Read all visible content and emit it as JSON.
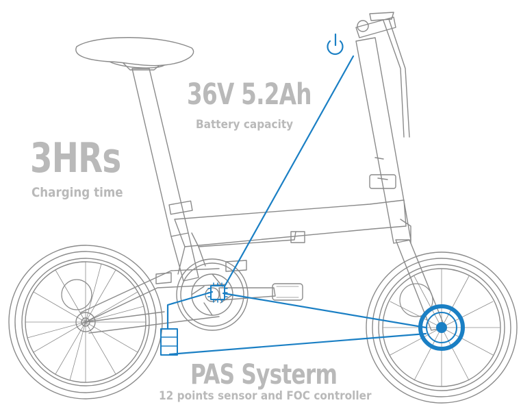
{
  "colors": {
    "accent": "#1a7fc4",
    "sketch": "#8a8a8a",
    "label_text": "#b9b9b9"
  },
  "specs": {
    "charging": {
      "value": "3HRs",
      "label": "Charging time"
    },
    "battery": {
      "value": "36V 5.2Ah",
      "label": "Battery capacity"
    },
    "pas": {
      "value": "PAS Systerm",
      "label": "12 points sensor and FOC controller"
    }
  },
  "icons": [
    "power-icon",
    "controller-chip-icon",
    "battery-pack-icon",
    "hub-motor-icon"
  ]
}
